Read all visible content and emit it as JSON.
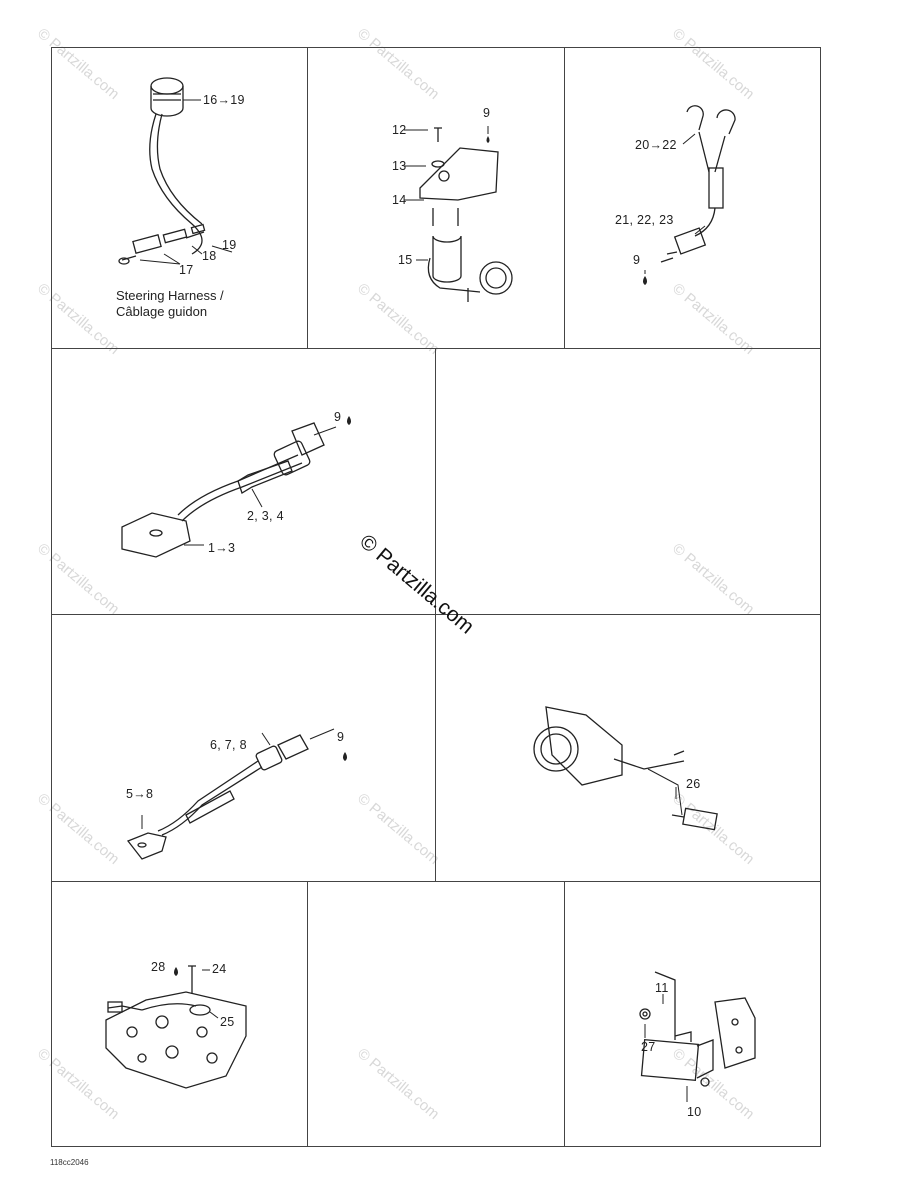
{
  "watermark": "© Partzilla.com",
  "drawing_code": "118cc2046",
  "cells": {
    "c1": {
      "labels": [
        "16→19",
        "17",
        "18",
        "19"
      ],
      "caption_lines": [
        "Steering Harness /",
        "Câblage guidon"
      ]
    },
    "c2": {
      "labels": [
        "9",
        "12",
        "13",
        "14",
        "15"
      ]
    },
    "c3": {
      "labels": [
        "20→22",
        "21, 22, 23",
        "9"
      ]
    },
    "c4": {
      "labels": [
        "9",
        "2, 3, 4",
        "1→3"
      ]
    },
    "c6": {
      "labels": [
        "6, 7, 8",
        "9",
        "5→8"
      ]
    },
    "c7": {
      "labels": [
        "26"
      ]
    },
    "c8": {
      "labels": [
        "28",
        "24",
        "25"
      ]
    },
    "c10": {
      "labels": [
        "11",
        "27",
        "10"
      ]
    }
  }
}
